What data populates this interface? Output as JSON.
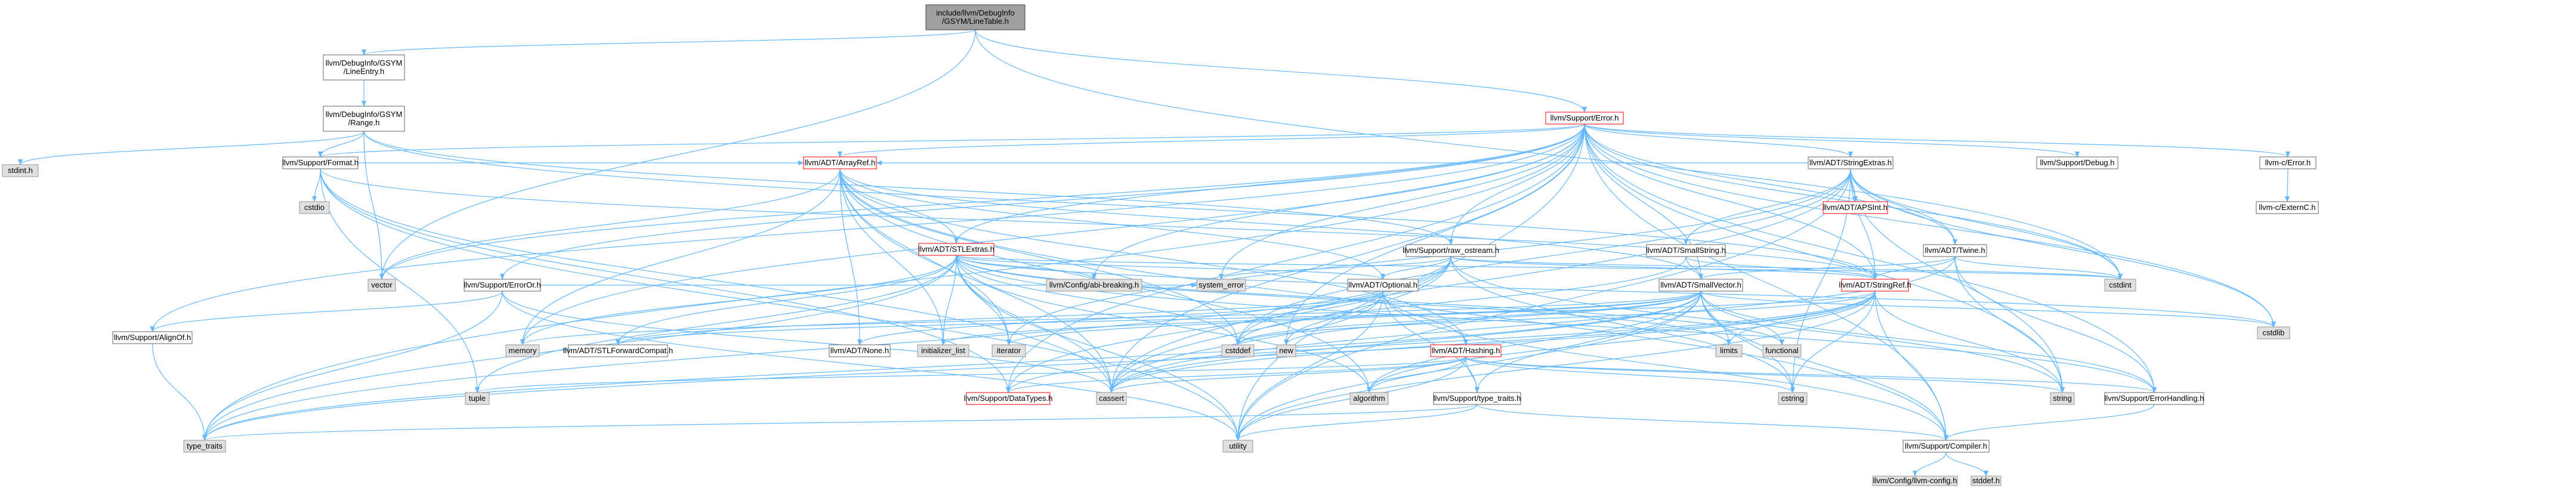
{
  "diagram": {
    "type": "include-dependency-graph",
    "colors": {
      "edge": "#63b8ff",
      "node_border_default": "#666666",
      "node_fill_default": "#ffffff",
      "node_border_highlighted": "#ff0000",
      "node_fill_gray": "#e0e0e0",
      "node_border_gray": "#999999",
      "root_fill": "#9f9f9f",
      "root_border": "#404040",
      "text": "#000000"
    },
    "nodes": [
      {
        "id": "root",
        "lines": [
          "include/llvm/DebugInfo",
          "/GSYM/LineTable.h"
        ],
        "style": "root"
      },
      {
        "id": "lineentry",
        "lines": [
          "llvm/DebugInfo/GSYM",
          "/LineEntry.h"
        ],
        "style": "default"
      },
      {
        "id": "range",
        "lines": [
          "llvm/DebugInfo/GSYM",
          "/Range.h"
        ],
        "style": "default"
      },
      {
        "id": "error",
        "lines": [
          "llvm/Support/Error.h"
        ],
        "style": "highlighted"
      },
      {
        "id": "stdint",
        "lines": [
          "stdint.h"
        ],
        "style": "gray"
      },
      {
        "id": "format",
        "lines": [
          "llvm/Support/Format.h"
        ],
        "style": "default"
      },
      {
        "id": "cstdio",
        "lines": [
          "cstdio"
        ],
        "style": "gray"
      },
      {
        "id": "arrayref",
        "lines": [
          "llvm/ADT/ArrayRef.h"
        ],
        "style": "highlighted"
      },
      {
        "id": "vector",
        "lines": [
          "vector"
        ],
        "style": "gray"
      },
      {
        "id": "erroror",
        "lines": [
          "llvm/Support/ErrorOr.h"
        ],
        "style": "default"
      },
      {
        "id": "stlextras",
        "lines": [
          "llvm/ADT/STLExtras.h"
        ],
        "style": "highlighted"
      },
      {
        "id": "alignof",
        "lines": [
          "llvm/Support/AlignOf.h"
        ],
        "style": "default"
      },
      {
        "id": "rawostream",
        "lines": [
          "llvm/Support/raw_ostream.h"
        ],
        "style": "default"
      },
      {
        "id": "stringextras",
        "lines": [
          "llvm/ADT/StringExtras.h"
        ],
        "style": "default"
      },
      {
        "id": "apsint",
        "lines": [
          "llvm/ADT/APSInt.h"
        ],
        "style": "highlighted"
      },
      {
        "id": "smallstring",
        "lines": [
          "llvm/ADT/SmallString.h"
        ],
        "style": "default"
      },
      {
        "id": "twine",
        "lines": [
          "llvm/ADT/Twine.h"
        ],
        "style": "default"
      },
      {
        "id": "debug",
        "lines": [
          "llvm/Support/Debug.h"
        ],
        "style": "default"
      },
      {
        "id": "cerror",
        "lines": [
          "llvm-c/Error.h"
        ],
        "style": "default"
      },
      {
        "id": "externc",
        "lines": [
          "llvm-c/ExternC.h"
        ],
        "style": "default"
      },
      {
        "id": "abibreaking",
        "lines": [
          "llvm/Config/abi-breaking.h"
        ],
        "style": "gray"
      },
      {
        "id": "systemerror",
        "lines": [
          "system_error"
        ],
        "style": "gray"
      },
      {
        "id": "optional",
        "lines": [
          "llvm/ADT/Optional.h"
        ],
        "style": "default"
      },
      {
        "id": "smallvector",
        "lines": [
          "llvm/ADT/SmallVector.h"
        ],
        "style": "default"
      },
      {
        "id": "stringref",
        "lines": [
          "llvm/ADT/StringRef.h"
        ],
        "style": "highlighted"
      },
      {
        "id": "cstdint",
        "lines": [
          "cstdint"
        ],
        "style": "gray"
      },
      {
        "id": "cstdlib",
        "lines": [
          "cstdlib"
        ],
        "style": "gray"
      },
      {
        "id": "memory",
        "lines": [
          "memory"
        ],
        "style": "gray"
      },
      {
        "id": "stlforward",
        "lines": [
          "llvm/ADT/STLForwardCompat.h"
        ],
        "style": "default"
      },
      {
        "id": "initlist",
        "lines": [
          "initializer_list"
        ],
        "style": "gray"
      },
      {
        "id": "iterator",
        "lines": [
          "iterator"
        ],
        "style": "gray"
      },
      {
        "id": "none",
        "lines": [
          "llvm/ADT/None.h"
        ],
        "style": "default"
      },
      {
        "id": "cstddef",
        "lines": [
          "cstddef"
        ],
        "style": "gray"
      },
      {
        "id": "new",
        "lines": [
          "new"
        ],
        "style": "gray"
      },
      {
        "id": "hashing",
        "lines": [
          "llvm/ADT/Hashing.h"
        ],
        "style": "highlighted"
      },
      {
        "id": "limits",
        "lines": [
          "limits"
        ],
        "style": "gray"
      },
      {
        "id": "functional",
        "lines": [
          "functional"
        ],
        "style": "gray"
      },
      {
        "id": "tuple",
        "lines": [
          "tuple"
        ],
        "style": "gray"
      },
      {
        "id": "datatypes",
        "lines": [
          "llvm/Support/DataTypes.h"
        ],
        "style": "highlighted"
      },
      {
        "id": "cassert",
        "lines": [
          "cassert"
        ],
        "style": "gray"
      },
      {
        "id": "algorithm",
        "lines": [
          "algorithm"
        ],
        "style": "gray"
      },
      {
        "id": "typetraitsllvm",
        "lines": [
          "llvm/Support/type_traits.h"
        ],
        "style": "default"
      },
      {
        "id": "cstring",
        "lines": [
          "cstring"
        ],
        "style": "gray"
      },
      {
        "id": "string",
        "lines": [
          "string"
        ],
        "style": "gray"
      },
      {
        "id": "errorhandling",
        "lines": [
          "llvm/Support/ErrorHandling.h"
        ],
        "style": "default"
      },
      {
        "id": "typetraits",
        "lines": [
          "type_traits"
        ],
        "style": "gray"
      },
      {
        "id": "utility",
        "lines": [
          "utility"
        ],
        "style": "gray"
      },
      {
        "id": "compiler",
        "lines": [
          "llvm/Support/Compiler.h"
        ],
        "style": "default"
      },
      {
        "id": "llvmconfig",
        "lines": [
          "llvm/Config/llvm-config.h"
        ],
        "style": "gray"
      },
      {
        "id": "stddef",
        "lines": [
          "stddef.h"
        ],
        "style": "gray"
      }
    ],
    "edges": [
      [
        "root",
        "lineentry"
      ],
      [
        "root",
        "error"
      ],
      [
        "root",
        "vector"
      ],
      [
        "root",
        "cstdint"
      ],
      [
        "lineentry",
        "range"
      ],
      [
        "range",
        "stdint"
      ],
      [
        "range",
        "format"
      ],
      [
        "range",
        "vector"
      ],
      [
        "range",
        "rawostream"
      ],
      [
        "range",
        "stringref"
      ],
      [
        "error",
        "format"
      ],
      [
        "error",
        "arrayref"
      ],
      [
        "error",
        "stlextras"
      ],
      [
        "error",
        "erroror"
      ],
      [
        "error",
        "alignof"
      ],
      [
        "error",
        "rawostream"
      ],
      [
        "error",
        "stringextras"
      ],
      [
        "error",
        "twine"
      ],
      [
        "error",
        "debug"
      ],
      [
        "error",
        "cerror"
      ],
      [
        "error",
        "abibreaking"
      ],
      [
        "error",
        "systemerror"
      ],
      [
        "error",
        "smallvector"
      ],
      [
        "error",
        "stringref"
      ],
      [
        "error",
        "cstdint"
      ],
      [
        "error",
        "cstdlib"
      ],
      [
        "error",
        "memory"
      ],
      [
        "error",
        "new"
      ],
      [
        "error",
        "cassert"
      ],
      [
        "error",
        "string"
      ],
      [
        "error",
        "errorhandling"
      ],
      [
        "error",
        "typetraits"
      ],
      [
        "error",
        "utility"
      ],
      [
        "error",
        "compiler"
      ],
      [
        "error",
        "vector"
      ],
      [
        "error",
        "datatypes"
      ],
      [
        "cerror",
        "externc"
      ],
      [
        "format",
        "cstdio"
      ],
      [
        "format",
        "arrayref"
      ],
      [
        "format",
        "stringref"
      ],
      [
        "format",
        "tuple"
      ],
      [
        "format",
        "utility"
      ],
      [
        "format",
        "datatypes"
      ],
      [
        "format",
        "cassert"
      ],
      [
        "arrayref",
        "vector"
      ],
      [
        "arrayref",
        "stlextras"
      ],
      [
        "arrayref",
        "optional"
      ],
      [
        "arrayref",
        "smallvector"
      ],
      [
        "arrayref",
        "memory"
      ],
      [
        "arrayref",
        "initlist"
      ],
      [
        "arrayref",
        "iterator"
      ],
      [
        "arrayref",
        "none"
      ],
      [
        "arrayref",
        "cstddef"
      ],
      [
        "arrayref",
        "hashing"
      ],
      [
        "arrayref",
        "algorithm"
      ],
      [
        "arrayref",
        "cassert"
      ],
      [
        "arrayref",
        "array_compiler_dummy"
      ],
      [
        "arrayref",
        "compiler"
      ],
      [
        "stlextras",
        "abibreaking"
      ],
      [
        "stlextras",
        "optional"
      ],
      [
        "stlextras",
        "stlforward"
      ],
      [
        "stlextras",
        "iterator"
      ],
      [
        "stlextras",
        "initlist"
      ],
      [
        "stlextras",
        "memory"
      ],
      [
        "stlextras",
        "cstddef"
      ],
      [
        "stlextras",
        "cstdint"
      ],
      [
        "stlextras",
        "cstdlib"
      ],
      [
        "stlextras",
        "functional"
      ],
      [
        "stlextras",
        "limits"
      ],
      [
        "stlextras",
        "tuple"
      ],
      [
        "stlextras",
        "utility"
      ],
      [
        "stlextras",
        "typetraits"
      ],
      [
        "stlextras",
        "cassert"
      ],
      [
        "stlextras",
        "algorithm"
      ],
      [
        "stlextras",
        "errorhandling"
      ],
      [
        "erroror",
        "alignof"
      ],
      [
        "erroror",
        "systemerror"
      ],
      [
        "erroror",
        "typetraits"
      ],
      [
        "erroror",
        "cassert"
      ],
      [
        "erroror",
        "utility"
      ],
      [
        "alignof",
        "typetraits"
      ],
      [
        "rawostream",
        "arrayref_dummy"
      ],
      [
        "rawostream",
        "optional"
      ],
      [
        "rawostream",
        "stringref"
      ],
      [
        "rawostream",
        "datatypes"
      ],
      [
        "rawostream",
        "cassert"
      ],
      [
        "rawostream",
        "cstddef"
      ],
      [
        "rawostream",
        "cstdint"
      ],
      [
        "rawostream",
        "cstring"
      ],
      [
        "rawostream",
        "string"
      ],
      [
        "rawostream",
        "systemerror"
      ],
      [
        "rawostream",
        "typetraits"
      ],
      [
        "stringextras",
        "apsint"
      ],
      [
        "stringextras",
        "arrayref"
      ],
      [
        "stringextras",
        "smallstring"
      ],
      [
        "stringextras",
        "stringref"
      ],
      [
        "stringextras",
        "twine"
      ],
      [
        "stringextras",
        "cassert"
      ],
      [
        "stringextras",
        "cstddef"
      ],
      [
        "stringextras",
        "cstdint"
      ],
      [
        "stringextras",
        "cstdlib"
      ],
      [
        "stringextras",
        "cstring"
      ],
      [
        "stringextras",
        "iterator"
      ],
      [
        "stringextras",
        "string"
      ],
      [
        "stringextras",
        "utility"
      ],
      [
        "smallstring",
        "smallvector"
      ],
      [
        "smallstring",
        "stringref"
      ],
      [
        "smallstring",
        "cstddef"
      ],
      [
        "twine",
        "smallvector"
      ],
      [
        "twine",
        "stringref"
      ],
      [
        "twine",
        "errorhandling"
      ],
      [
        "twine",
        "cassert"
      ],
      [
        "twine",
        "cstdint"
      ],
      [
        "twine",
        "string"
      ],
      [
        "optional",
        "none"
      ],
      [
        "optional",
        "stlforward"
      ],
      [
        "optional",
        "hashing"
      ],
      [
        "optional",
        "typetraitsllvm"
      ],
      [
        "optional",
        "cassert"
      ],
      [
        "optional",
        "new"
      ],
      [
        "optional",
        "utility"
      ],
      [
        "optional",
        "compiler"
      ],
      [
        "smallvector",
        "compiler"
      ],
      [
        "smallvector",
        "typetraitsllvm"
      ],
      [
        "smallvector",
        "algorithm"
      ],
      [
        "smallvector",
        "cassert"
      ],
      [
        "smallvector",
        "cstddef"
      ],
      [
        "smallvector",
        "cstdlib"
      ],
      [
        "smallvector",
        "cstring"
      ],
      [
        "smallvector",
        "functional"
      ],
      [
        "smallvector",
        "initlist"
      ],
      [
        "smallvector",
        "iterator"
      ],
      [
        "smallvector",
        "limits"
      ],
      [
        "smallvector",
        "memory"
      ],
      [
        "smallvector",
        "new"
      ],
      [
        "smallvector",
        "typetraits"
      ],
      [
        "smallvector",
        "utility"
      ],
      [
        "smallvector",
        "errorhandling"
      ],
      [
        "stringref",
        "stlforward"
      ],
      [
        "stringref",
        "compiler"
      ],
      [
        "stringref",
        "algorithm"
      ],
      [
        "stringref",
        "cassert"
      ],
      [
        "stringref",
        "cstddef"
      ],
      [
        "stringref",
        "cstring"
      ],
      [
        "stringref",
        "limits"
      ],
      [
        "stringref",
        "string"
      ],
      [
        "stringref",
        "typetraits"
      ],
      [
        "stringref",
        "utility"
      ],
      [
        "stringref",
        "datatypes"
      ],
      [
        "hashing",
        "datatypes"
      ],
      [
        "hashing",
        "errorhandling"
      ],
      [
        "hashing",
        "typetraitsllvm"
      ],
      [
        "hashing",
        "algorithm"
      ],
      [
        "hashing",
        "cassert"
      ],
      [
        "hashing",
        "cstring"
      ],
      [
        "hashing",
        "string"
      ],
      [
        "hashing",
        "tuple"
      ],
      [
        "hashing",
        "utility"
      ],
      [
        "typetraitsllvm",
        "typetraits"
      ],
      [
        "typetraitsllvm",
        "utility"
      ],
      [
        "typetraitsllvm",
        "compiler"
      ],
      [
        "errorhandling",
        "compiler"
      ],
      [
        "compiler",
        "llvmconfig"
      ],
      [
        "compiler",
        "stddef"
      ]
    ]
  }
}
